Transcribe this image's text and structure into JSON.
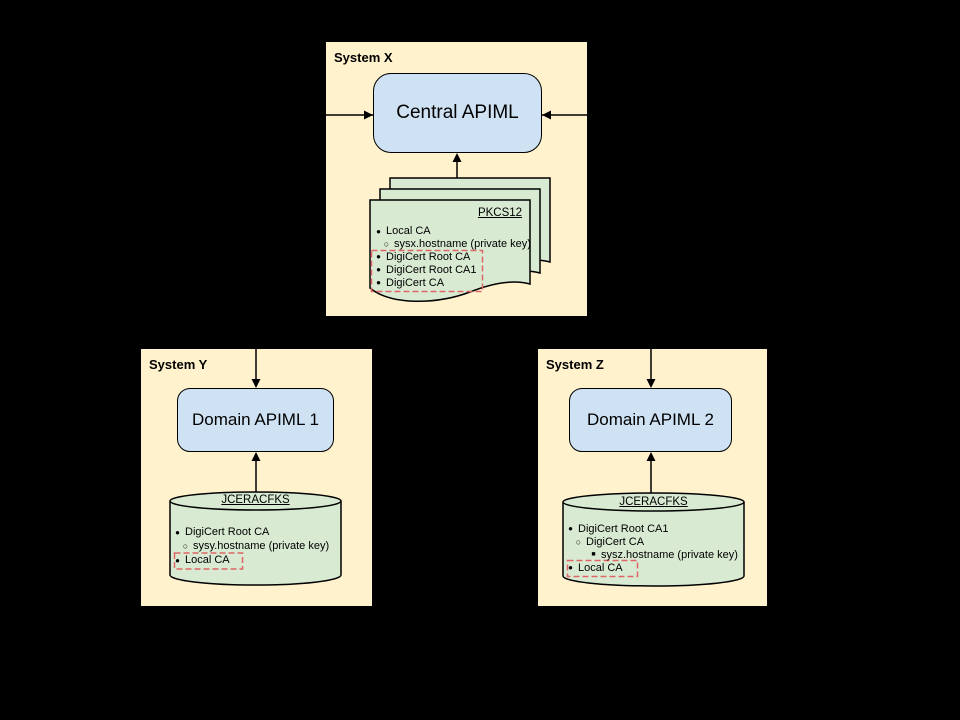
{
  "colors": {
    "background": "#000000",
    "system_fill": "#fff2cc",
    "apiml_fill": "#cfe2f3",
    "keystore_fill": "#d9ead3",
    "line": "#000000",
    "highlight_dash": "#e06666"
  },
  "system_x": {
    "title": "System X",
    "apiml_label": "Central APIML",
    "keystore_label": "PKCS12",
    "items": [
      {
        "bullet": "●",
        "text": "Local CA"
      },
      {
        "bullet": "○",
        "text": "sysx.hostname (private key)"
      },
      {
        "bullet": "●",
        "text": "DigiCert Root CA"
      },
      {
        "bullet": "●",
        "text": "DigiCert Root CA1"
      },
      {
        "bullet": "●",
        "text": "DigiCert CA"
      }
    ]
  },
  "system_y": {
    "title": "System Y",
    "apiml_label": "Domain APIML 1",
    "keystore_label": "JCERACFKS",
    "items": [
      {
        "bullet": "●",
        "text": "DigiCert Root CA"
      },
      {
        "bullet": "○",
        "text": "sysy.hostname (private key)"
      },
      {
        "bullet": "●",
        "text": "Local CA"
      }
    ]
  },
  "system_z": {
    "title": "System Z",
    "apiml_label": "Domain APIML 2",
    "keystore_label": "JCERACFKS",
    "items": [
      {
        "bullet": "●",
        "text": "DigiCert Root CA1"
      },
      {
        "bullet": "○",
        "text": "DigiCert CA"
      },
      {
        "bullet": "■",
        "text": "sysz.hostname (private key)"
      },
      {
        "bullet": "●",
        "text": "Local CA"
      }
    ]
  }
}
